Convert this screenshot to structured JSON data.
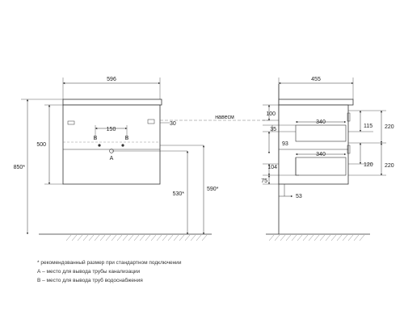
{
  "colors": {
    "line": "#333333",
    "text": "#222222",
    "hatch": "#888888"
  },
  "front": {
    "width": "596",
    "height_top": "500",
    "height_total": "850*",
    "pipe_spacing": "150",
    "side_offset": "30",
    "label_b_left": "B",
    "label_b_right": "B",
    "label_a": "A",
    "height_a": "530*",
    "height_b": "590*"
  },
  "side": {
    "depth": "455",
    "mounting_label": "навесм",
    "top_gap": "100",
    "detail_35": "35",
    "drawer_inner_upper": "340",
    "drawer_inner_lower": "340",
    "drawer_height_upper": "115",
    "drawer_height_lower": "120",
    "drawer_pitch_upper": "220",
    "drawer_pitch_lower": "220",
    "mid_gap": "93",
    "lower_gap": "104",
    "bottom_gap": "75",
    "handle_offset": "53"
  },
  "notes": [
    "* рекомендованный размер при стандартном подключении",
    "А – место для вывода трубы канализации",
    "В – место для вывода труб водоснабжения"
  ]
}
